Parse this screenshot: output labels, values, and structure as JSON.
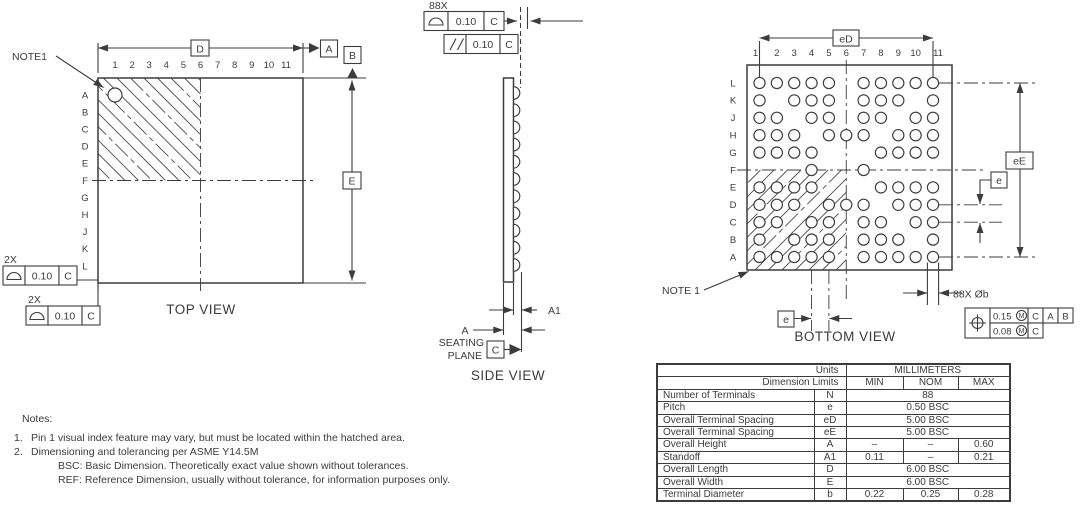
{
  "top_view": {
    "title": "TOP VIEW",
    "note_label": "NOTE1",
    "dim_length_label": "D",
    "datum_a": "A",
    "datum_b": "B",
    "dim_width_label": "E",
    "columns": [
      "1",
      "2",
      "3",
      "4",
      "5",
      "6",
      "7",
      "8",
      "9",
      "10",
      "11"
    ],
    "rows": [
      "A",
      "B",
      "C",
      "D",
      "E",
      "F",
      "G",
      "H",
      "J",
      "K",
      "L"
    ],
    "edge_profile_callouts": [
      {
        "count": "2X",
        "tolerance": "0.10",
        "datum": "C"
      },
      {
        "count": "2X",
        "tolerance": "0.10",
        "datum": "C"
      }
    ]
  },
  "side_view": {
    "title": "SIDE VIEW",
    "ball_profile_callout": {
      "count": "88X",
      "tolerance": "0.10",
      "datum": "C"
    },
    "parallelism_callout": {
      "tolerance": "0.10",
      "datum": "C"
    },
    "dim_height_label": "A",
    "dim_standoff_label": "A1",
    "seating_plane_line1": "SEATING",
    "seating_plane_line2": "PLANE",
    "datum_c": "C"
  },
  "bottom_view": {
    "title": "BOTTOM VIEW",
    "note_label": "NOTE 1",
    "dim_ed_label": "eD",
    "dim_ee_label": "eE",
    "dim_pitch_label_right": "e",
    "dim_pitch_label_bottom": "e",
    "terminal_callout": "88X Øb",
    "position_callout": {
      "row1": {
        "tolerance": "0.15",
        "modifier": "M",
        "datums": [
          "C",
          "A",
          "B"
        ]
      },
      "row2": {
        "tolerance": "0.08",
        "modifier": "M",
        "datums": [
          "C"
        ]
      }
    },
    "columns": [
      "1",
      "2",
      "3",
      "4",
      "5",
      "6",
      "7",
      "8",
      "9",
      "10",
      "11"
    ],
    "rows": [
      "L",
      "K",
      "J",
      "H",
      "G",
      "F",
      "E",
      "D",
      "C",
      "B",
      "A"
    ],
    "terminal_map": {
      "L": [
        1,
        2,
        3,
        4,
        5,
        7,
        8,
        9,
        10,
        11
      ],
      "K": [
        1,
        3,
        4,
        5,
        7,
        8,
        9,
        11
      ],
      "J": [
        1,
        2,
        4,
        5,
        7,
        8,
        10,
        11
      ],
      "H": [
        1,
        2,
        3,
        5,
        6,
        7,
        9,
        10,
        11
      ],
      "G": [
        1,
        2,
        3,
        4,
        8,
        9,
        10,
        11
      ],
      "F": [
        4,
        7
      ],
      "E": [
        1,
        2,
        3,
        4,
        8,
        9,
        10,
        11
      ],
      "D": [
        1,
        2,
        3,
        5,
        6,
        7,
        9,
        10,
        11
      ],
      "C": [
        1,
        2,
        4,
        5,
        7,
        8,
        10,
        11
      ],
      "B": [
        1,
        3,
        4,
        5,
        7,
        8,
        9,
        11
      ],
      "A": [
        1,
        2,
        3,
        4,
        5,
        7,
        8,
        9,
        10,
        11
      ]
    }
  },
  "table": {
    "units_label": "Units",
    "units_value": "MILLIMETERS",
    "limits_label": "Dimension Limits",
    "limit_headers": [
      "MIN",
      "NOM",
      "MAX"
    ],
    "rows": [
      {
        "name": "Number of Terminals",
        "symbol": "N",
        "value": "88"
      },
      {
        "name": "Pitch",
        "symbol": "e",
        "value": "0.50 BSC"
      },
      {
        "name": "Overall Terminal Spacing",
        "symbol": "eD",
        "value": "5.00 BSC"
      },
      {
        "name": "Overall Terminal Spacing",
        "symbol": "eE",
        "value": "5.00 BSC"
      },
      {
        "name": "Overall Height",
        "symbol": "A",
        "min": "–",
        "nom": "–",
        "max": "0.60"
      },
      {
        "name": "Standoff",
        "symbol": "A1",
        "min": "0.11",
        "nom": "–",
        "max": "0.21"
      },
      {
        "name": "Overall Length",
        "symbol": "D",
        "value": "6.00 BSC"
      },
      {
        "name": "Overall Width",
        "symbol": "E",
        "value": "6.00 BSC"
      },
      {
        "name": "Terminal Diameter",
        "symbol": "b",
        "min": "0.22",
        "nom": "0.25",
        "max": "0.28"
      }
    ]
  },
  "notes": {
    "title": "Notes:",
    "items": [
      {
        "num": "1.",
        "text": "Pin 1 visual index feature may vary, but must be located within the hatched area."
      },
      {
        "num": "2.",
        "text": "Dimensioning and tolerancing per ASME Y14.5M"
      }
    ],
    "sub_items": [
      "BSC: Basic Dimension. Theoretically exact value shown without tolerances.",
      "REF: Reference Dimension, usually without tolerance, for information purposes only."
    ]
  }
}
